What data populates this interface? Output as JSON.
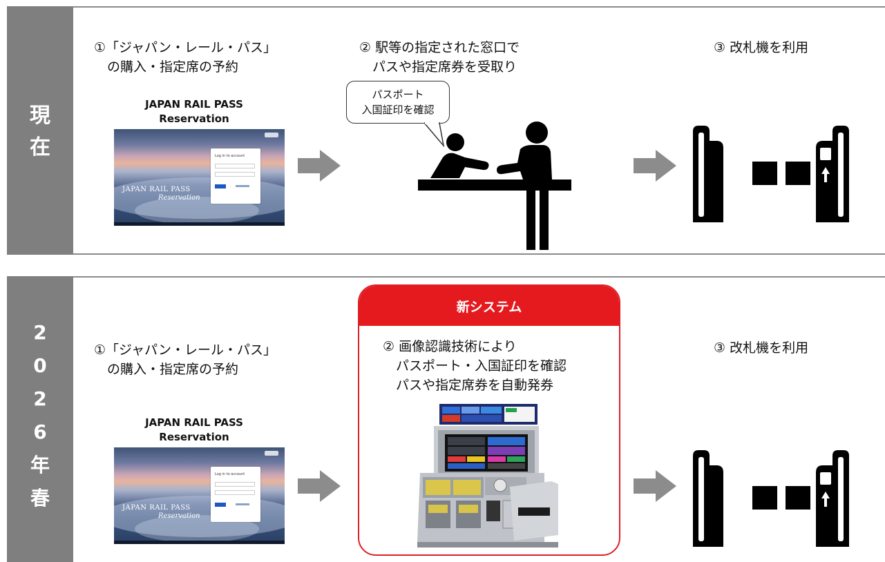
{
  "rows": {
    "now": {
      "label_chars": [
        "現",
        "在"
      ],
      "step1": "①「ジャパン・レール・パス」\n　の購入・指定席の予約",
      "step2": "② 駅等の指定された窓口で\n　パスや指定席券を受取り",
      "step3": "③ 改札機を利用",
      "speech_bubble": "パスポート\n入国証印を確認"
    },
    "future": {
      "label_chars": [
        "2",
        "0",
        "2",
        "6",
        "年",
        "春"
      ],
      "step1": "①「ジャパン・レール・パス」\n　の購入・指定席の予約",
      "step2": "② 画像認識技術により\n　パスポート・入国証印を確認\n　パスや指定席券を自動発券",
      "step3": "③ 改札機を利用",
      "new_system_header": "新システム"
    }
  },
  "reservation_site": {
    "title": "JAPAN RAIL PASS\nReservation",
    "screenshot_brand": "JAPAN RAIL PASS",
    "screenshot_brand_sub": "Reservation",
    "screenshot_login": "Log in to account"
  },
  "colors": {
    "side_label": "#7f7f7f",
    "arrow": "#8c8c8c",
    "accent_red": "#e51a1f",
    "icon": "#000000"
  },
  "icons": {
    "arrow": "right-arrow-icon",
    "counter": "ticket-counter-staff-icon",
    "gate": "ticket-gate-icon",
    "kiosk": "ticket-vending-machine-image"
  }
}
